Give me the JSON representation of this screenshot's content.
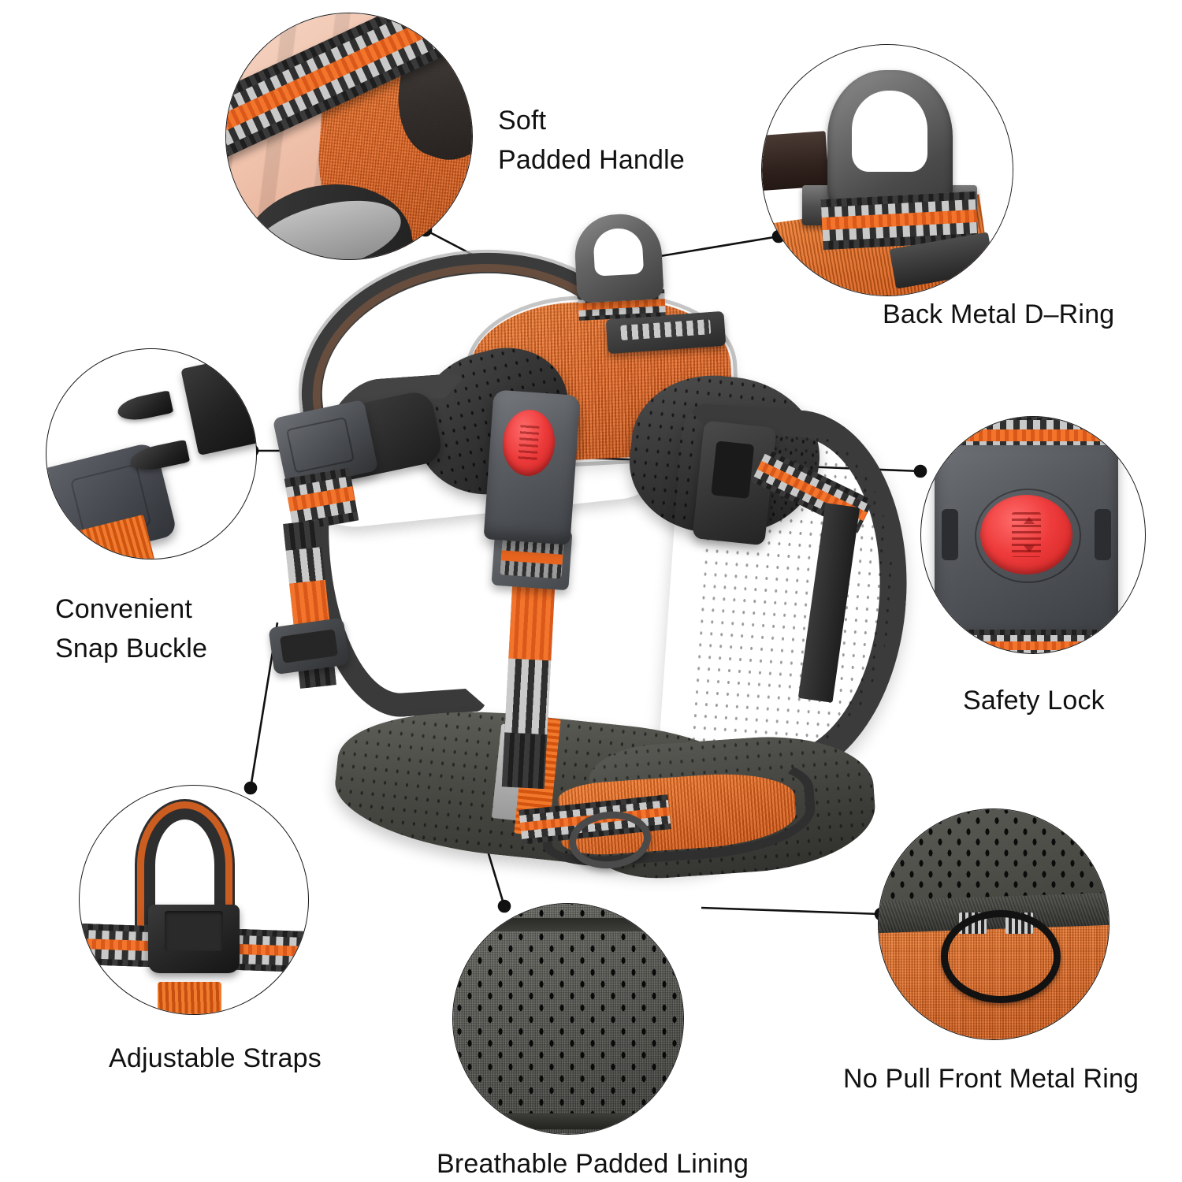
{
  "page": {
    "type": "product-feature-infographic",
    "product": "reflective no-pull dog harness",
    "background_color": "#ffffff",
    "text_color": "#111111"
  },
  "palette": {
    "orange": "#e8651f",
    "orange_light": "#f2792c",
    "orange_dark": "#cd5210",
    "dark_gray": "#3b3b3b",
    "mid_gray": "#5a5d62",
    "reflective_gray": "#c9c9c9",
    "red_button": "#ec3a3a",
    "black": "#1a1a1a",
    "skin": "#f0c3ad",
    "mesh_gray": "#4e4e49"
  },
  "features": [
    {
      "id": "soft-padded-handle",
      "label": "Soft\nPadded Handle",
      "label_line1": "Soft",
      "label_line2": "Padded Handle",
      "position": "top-left",
      "callout_image": "hand holding reflective padded top handle strap"
    },
    {
      "id": "back-metal-d-ring",
      "label": "Back Metal D–Ring",
      "position": "top-right",
      "callout_image": "dark gray triangular metal D-ring mounted on orange webbing"
    },
    {
      "id": "convenient-snap-buckle",
      "label": "Convenient\nSnap Buckle",
      "label_line1": "Convenient",
      "label_line2": "Snap Buckle",
      "position": "left",
      "callout_image": "two halves of a side-release snap buckle separated"
    },
    {
      "id": "safety-lock",
      "label": "Safety Lock",
      "position": "right",
      "callout_image": "gray buckle with red oval push-lock button"
    },
    {
      "id": "adjustable-straps",
      "label": "Adjustable Straps",
      "position": "bottom-left",
      "callout_image": "reflective webbing strap looped through a black slider adjuster"
    },
    {
      "id": "breathable-padded-lining",
      "label": "Breathable Padded Lining",
      "position": "bottom-center",
      "callout_image": "close-up of dark gray perforated breathable mesh fabric"
    },
    {
      "id": "no-pull-front-metal-ring",
      "label": "No Pull Front Metal Ring",
      "position": "bottom-right",
      "callout_image": "black O-ring attached to orange chest panel below dark mesh"
    }
  ]
}
